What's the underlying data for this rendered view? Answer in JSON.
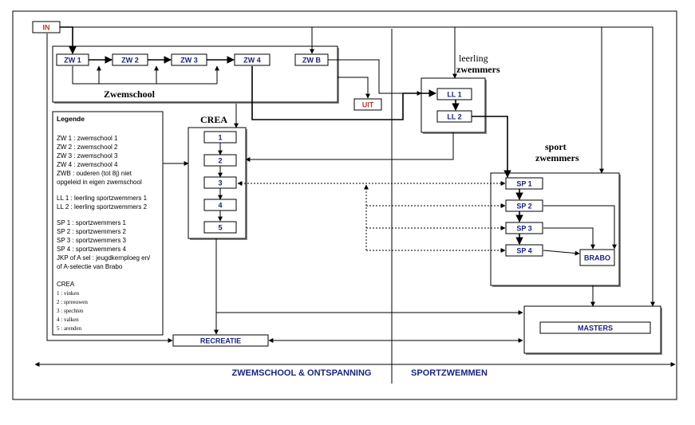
{
  "nodes": {
    "in": "IN",
    "uit": "UIT",
    "zw1": "ZW 1",
    "zw2": "ZW 2",
    "zw3": "ZW 3",
    "zw4": "ZW 4",
    "zwb": "ZW B",
    "ll1": "LL 1",
    "ll2": "LL 2",
    "sp1": "SP 1",
    "sp2": "SP 2",
    "sp3": "SP 3",
    "sp4": "SP 4",
    "brabo": "BRABO",
    "crea1": "1",
    "crea2": "2",
    "crea3": "3",
    "crea4": "4",
    "crea5": "5",
    "recreatie": "RECREATIE",
    "masters": "MASTERS"
  },
  "groups": {
    "zwemschool": "Zwemschool",
    "crea": "CREA",
    "leerling_line1": "leerling",
    "leerling_line2": "zwemmers",
    "sport_line1": "sport",
    "sport_line2": "zwemmers"
  },
  "legend": {
    "title": "Legende",
    "lines": [
      "ZW 1 : zwemschool 1",
      "ZW 2 : zwemschool 2",
      "ZW 3 : zwemschool 3",
      "ZW 4 : zwemschool 4",
      "ZWB : ouderen (tot 8j) niet",
      "opgeleid in eigen zwemschool",
      "LL 1 : leerling sportzwemmers 1",
      "LL 2 : leerling sportzwemmers 2",
      "SP 1 : sportzwemmers 1",
      "SP 2 : sportzwemmers 2",
      "SP 3 : sportzwemmers 3",
      "SP 4 : sportzwemmers 4",
      "JKP of A sel : jeugdkernploeg en/",
      "of A-selectie van Brabo"
    ],
    "crea_title": "CREA",
    "crea_lines": [
      "1 : vinken",
      "2 : spreeuwen",
      "3 : spechten",
      "4 : valken",
      "5 : arenden"
    ]
  },
  "zones": {
    "left": "ZWEMSCHOOL & ONTSPANNING",
    "right": "SPORTZWEMMEN"
  }
}
